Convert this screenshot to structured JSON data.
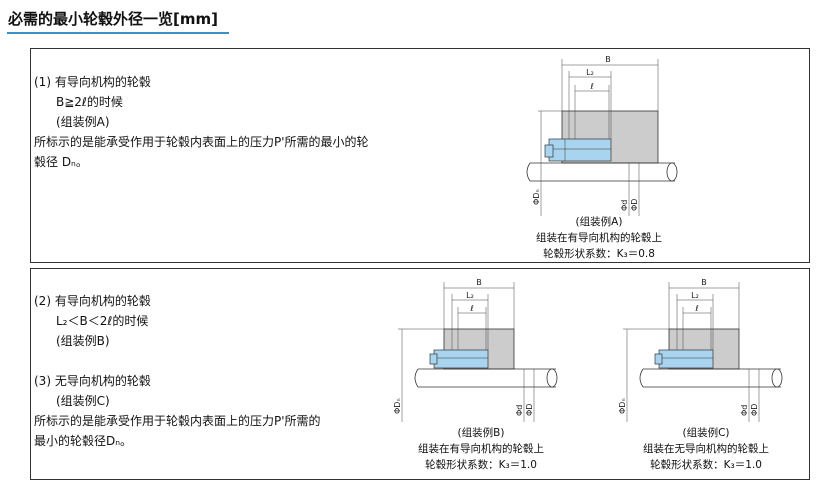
{
  "page": {
    "title": "必需的最小轮毂外径一览[mm]",
    "accent_color": "#3b8fc9"
  },
  "panel_a": {
    "heading": "(1) 有导向机构的轮毂",
    "condition": "B≧2ℓ的时候",
    "example": "(组装例A)",
    "desc_line1": "所标示的是能承受作用于轮毂内表面上的压力P'所需的最小的轮",
    "desc_line2": "毂径 Dₙ。",
    "figure": {
      "caption": "(组装例A)",
      "caption2": "组装在有导向机构的轮毂上",
      "caption3": "轮毂形状系数：K₃＝0.8",
      "labels": {
        "b": "B",
        "l2": "L₂",
        "l": "ℓ",
        "dn": "ΦDₙ",
        "d": "Φd",
        "D": "ΦD"
      }
    }
  },
  "panel_bc": {
    "heading2": "(2) 有导向机构的轮毂",
    "condition2": "L₂＜B＜2ℓ的时候",
    "example2": "(组装例B)",
    "heading3": "(3) 无导向机构的轮毂",
    "example3": "(组装例C)",
    "desc_line1": "所标示的是能承受作用于轮毂内表面上的压力P'所需的",
    "desc_line2": "最小的轮毂径Dₙ。",
    "figure_b": {
      "caption": "(组装例B)",
      "caption2": "组装在有导向机构的轮毂上",
      "caption3": "轮毂形状系数：K₃＝1.0",
      "labels": {
        "b": "B",
        "l2": "L₂",
        "l": "ℓ",
        "dn": "ΦDₙ",
        "d": "Φd",
        "D": "ΦD"
      }
    },
    "figure_c": {
      "caption": "(组装例C)",
      "caption2": "组装在无导向机构的轮毂上",
      "caption3": "轮毂形状系数：K₃＝1.0",
      "labels": {
        "b": "B",
        "l2": "L₂",
        "l": "ℓ",
        "dn": "ΦDₙ",
        "d": "Φd",
        "D": "ΦD"
      }
    }
  }
}
